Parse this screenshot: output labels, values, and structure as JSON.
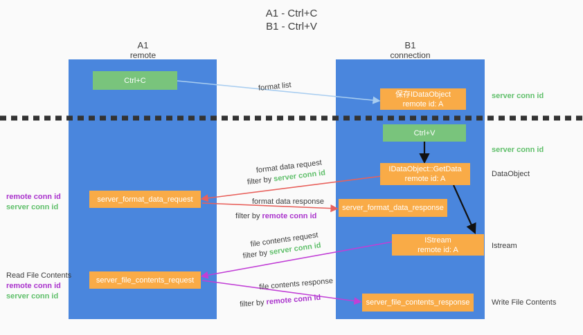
{
  "title": "A1 - Ctrl+C\nB1 - Ctrl+V",
  "columns": [
    {
      "name": "A1",
      "sub": "remote"
    },
    {
      "name": "B1",
      "sub": "connection"
    }
  ],
  "nodes": {
    "ctrl_c": "Ctrl+C",
    "ctrl_v": "Ctrl+V",
    "idataobject": "保存IDataObject",
    "idataobject_sub": "remote id: A",
    "getdata": "IDataObject::GetData",
    "getdata_sub": "remote id: A",
    "istream": "IStream",
    "istream_sub": "remote id: A",
    "server_format_data_request": "server_format_data_request",
    "server_format_data_response": "server_format_data_response",
    "server_file_contents_request": "server_file_contents_request",
    "server_file_contents_response": "server_file_contents_response"
  },
  "edges": {
    "format_list": "format list",
    "format_data_request": "format data request",
    "format_data_request_filter_prefix": "filter by ",
    "format_data_request_filter_value": "server conn id",
    "format_data_response": "format data response",
    "format_data_response_filter_prefix": "filter by ",
    "format_data_response_filter_value": "remote conn id",
    "file_contents_request": "file contents request",
    "file_contents_request_filter_prefix": "filter by ",
    "file_contents_request_filter_value": "server conn id",
    "file_contents_response": "file contents response",
    "file_contents_response_filter_prefix": "filter by ",
    "file_contents_response_filter_value": "remote conn id"
  },
  "right_labels": {
    "server_conn_id_top": "server conn id",
    "server_conn_id_mid": "server conn id",
    "dataobject": "DataObject",
    "istream": "Istream",
    "write_file_contents": "Write File Contents"
  },
  "left_labels": {
    "remote_conn_id_1": "remote conn id",
    "server_conn_id_1": "server conn id",
    "read_file_contents": "Read File Contents",
    "remote_conn_id_2": "remote conn id",
    "server_conn_id_2": "server conn id"
  },
  "colors": {
    "lane": "#4a86dd",
    "green_box": "#79c47c",
    "orange_box": "#f9ab47",
    "green_text": "#5fbf6a",
    "purple_text": "#aa33cc",
    "red_arrow": "#e8615c",
    "magenta_arrow": "#c13fd6",
    "light_blue_arrow": "#a8cdf0",
    "black_arrow": "#111111",
    "background": "#fafafa"
  }
}
